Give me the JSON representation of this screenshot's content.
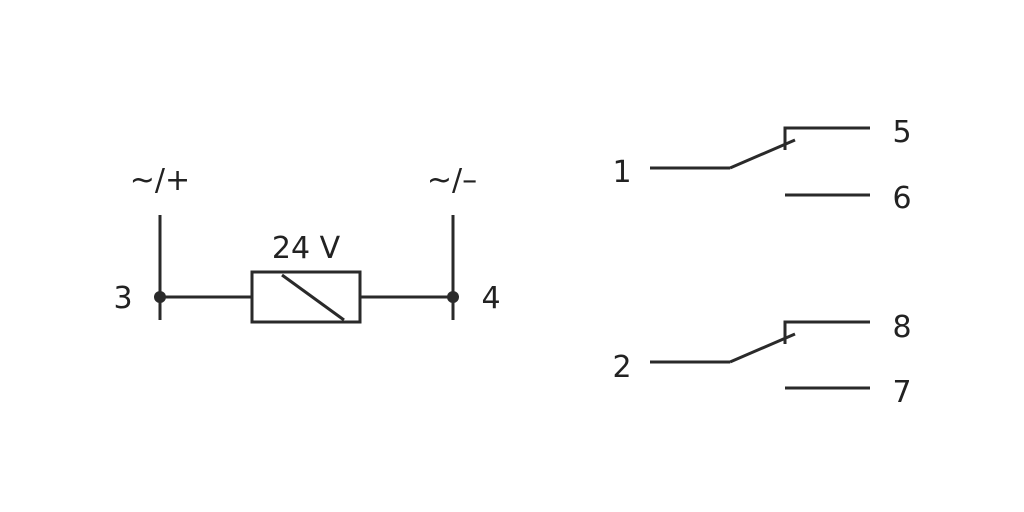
{
  "coil": {
    "voltage_label": "24 V",
    "supply_positive": "~/+",
    "supply_negative": "~/–",
    "terminal_left": "3",
    "terminal_right": "4"
  },
  "contact_1": {
    "common": "1",
    "normally_open": "5",
    "normally_closed": "6"
  },
  "contact_2": {
    "common": "2",
    "normally_open": "8",
    "normally_closed": "7"
  },
  "colors": {
    "line": "#2a2a2a",
    "text": "#222222",
    "background": "#ffffff"
  }
}
